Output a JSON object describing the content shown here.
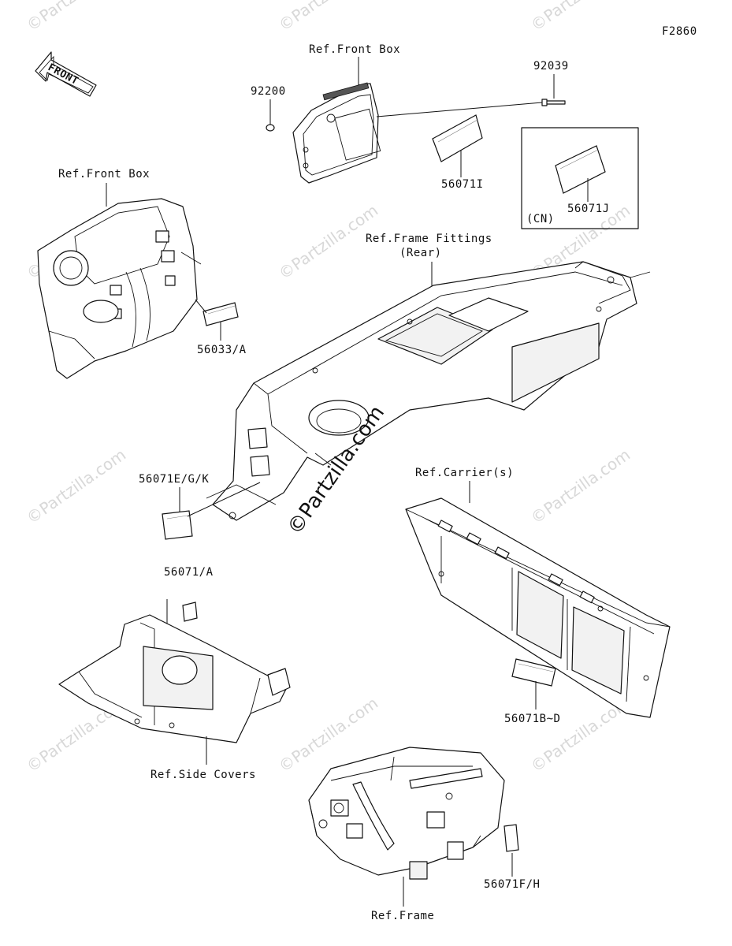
{
  "figure_code": "F2860",
  "watermark": "©Partzilla.com",
  "front_arrow_label": "FRONT",
  "refs": {
    "front_box_top": "Ref.Front Box",
    "front_box_left": "Ref.Front Box",
    "frame_fittings_line1": "Ref.Frame Fittings",
    "frame_fittings_line2": "(Rear)",
    "carriers": "Ref.Carrier(s)",
    "side_covers": "Ref.Side Covers",
    "frame": "Ref.Frame"
  },
  "parts": {
    "p92200": "92200",
    "p92039": "92039",
    "p56071I": "56071I",
    "p56071J": "56071J",
    "cn": "(CN)",
    "p56033A": "56033/A",
    "p56071EGK": "56071E/G/K",
    "p56071A": "56071/A",
    "p56071BD": "56071B~D",
    "p56071FH": "56071F/H"
  }
}
